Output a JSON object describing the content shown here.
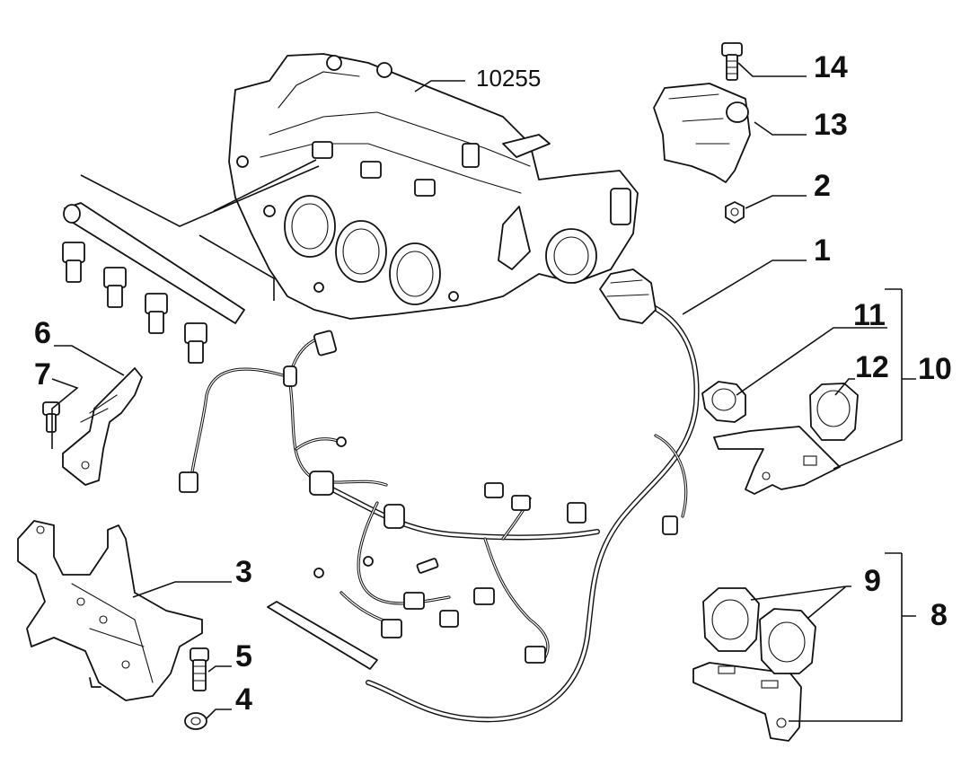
{
  "callouts": {
    "c1": "1",
    "c2": "2",
    "c3": "3",
    "c4": "4",
    "c5": "5",
    "c6": "6",
    "c7": "7",
    "c8": "8",
    "c9": "9",
    "c10": "10",
    "c11": "11",
    "c12": "12",
    "c13": "13",
    "c14": "14",
    "ref": "10255"
  }
}
